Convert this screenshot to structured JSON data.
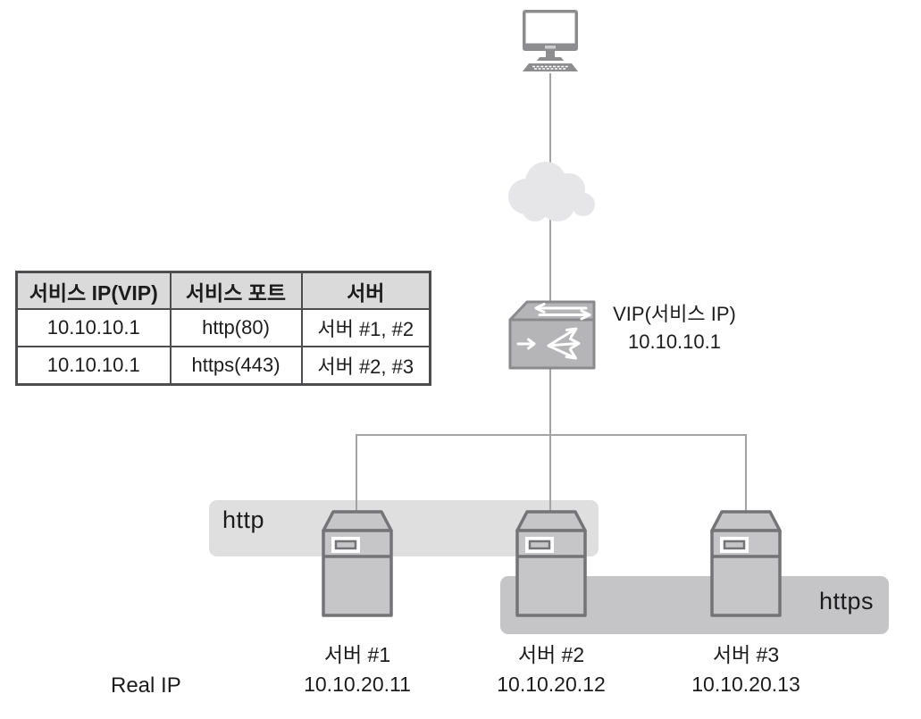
{
  "colors": {
    "bg": "#ffffff",
    "text": "#1c1c1c",
    "icon-gray": "#8d8d8f",
    "icon-light": "#cccccd",
    "line-gray": "#a3a3a5",
    "cloud-fill": "#e6e6e8",
    "switch-fill": "#b5b5b7",
    "switch-stroke": "#8a8a8c",
    "server-fill": "#c6c6c8",
    "server-stroke": "#747477",
    "arrow-white": "#ffffff",
    "http-band": "#dfdfe0",
    "https-band": "#c5c5c7",
    "table-border": "#4d4d4f",
    "table-header-bg": "#dadada"
  },
  "icons": {
    "client": "desktop-computer-icon",
    "network": "cloud-icon",
    "load_balancer": "l4-switch-icon",
    "server": "server-tower-icon"
  },
  "table": {
    "headers": [
      "서비스 IP(VIP)",
      "서비스 포트",
      "서버"
    ],
    "rows": [
      [
        "10.10.10.1",
        "http(80)",
        "서버 #1, #2"
      ],
      [
        "10.10.10.1",
        "https(443)",
        "서버 #2, #3"
      ]
    ]
  },
  "load_balancer": {
    "label": "VIP(서비스 IP)",
    "ip": "10.10.10.1"
  },
  "zones": {
    "http": "http",
    "https": "https"
  },
  "servers": [
    {
      "name": "서버 #1",
      "ip": "10.10.20.11"
    },
    {
      "name": "서버 #2",
      "ip": "10.10.20.12"
    },
    {
      "name": "서버 #3",
      "ip": "10.10.20.13"
    }
  ],
  "footer": {
    "real_ip_label": "Real IP"
  }
}
